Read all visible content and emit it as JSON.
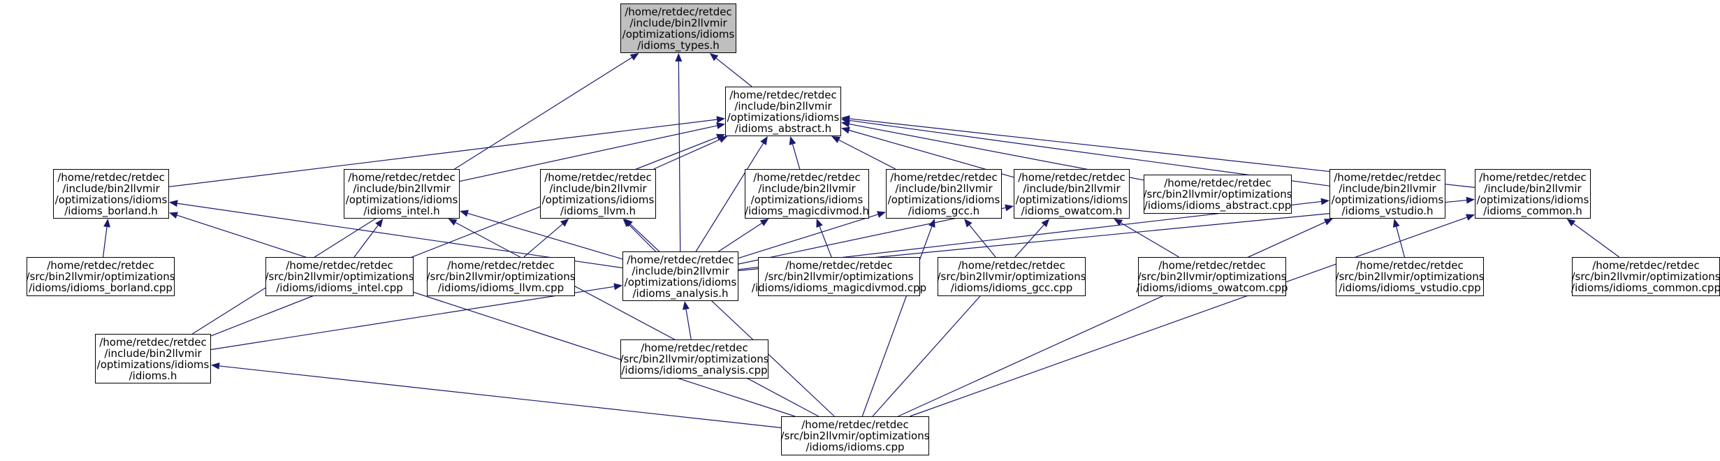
{
  "nodes": {
    "types": {
      "label": [
        "/home/retdec/retdec",
        "/include/bin2llvmir",
        "/optimizations/idioms",
        "/idioms_types.h"
      ],
      "root": true
    },
    "abstract_h": {
      "label": [
        "/home/retdec/retdec",
        "/include/bin2llvmir",
        "/optimizations/idioms",
        "/idioms_abstract.h"
      ]
    },
    "borland_h": {
      "label": [
        "/home/retdec/retdec",
        "/include/bin2llvmir",
        "/optimizations/idioms",
        "/idioms_borland.h"
      ]
    },
    "intel_h": {
      "label": [
        "/home/retdec/retdec",
        "/include/bin2llvmir",
        "/optimizations/idioms",
        "/idioms_intel.h"
      ]
    },
    "llvm_h": {
      "label": [
        "/home/retdec/retdec",
        "/include/bin2llvmir",
        "/optimizations/idioms",
        "/idioms_llvm.h"
      ]
    },
    "magicdivmod_h": {
      "label": [
        "/home/retdec/retdec",
        "/include/bin2llvmir",
        "/optimizations/idioms",
        "/idioms_magicdivmod.h"
      ]
    },
    "gcc_h": {
      "label": [
        "/home/retdec/retdec",
        "/include/bin2llvmir",
        "/optimizations/idioms",
        "/idioms_gcc.h"
      ]
    },
    "owatcom_h": {
      "label": [
        "/home/retdec/retdec",
        "/include/bin2llvmir",
        "/optimizations/idioms",
        "/idioms_owatcom.h"
      ]
    },
    "abstract_cpp": {
      "label": [
        "/home/retdec/retdec",
        "/src/bin2llvmir/optimizations",
        "/idioms/idioms_abstract.cpp"
      ]
    },
    "vstudio_h": {
      "label": [
        "/home/retdec/retdec",
        "/include/bin2llvmir",
        "/optimizations/idioms",
        "/idioms_vstudio.h"
      ]
    },
    "common_h": {
      "label": [
        "/home/retdec/retdec",
        "/include/bin2llvmir",
        "/optimizations/idioms",
        "/idioms_common.h"
      ]
    },
    "borland_cpp": {
      "label": [
        "/home/retdec/retdec",
        "/src/bin2llvmir/optimizations",
        "/idioms/idioms_borland.cpp"
      ]
    },
    "intel_cpp": {
      "label": [
        "/home/retdec/retdec",
        "/src/bin2llvmir/optimizations",
        "/idioms/idioms_intel.cpp"
      ]
    },
    "llvm_cpp": {
      "label": [
        "/home/retdec/retdec",
        "/src/bin2llvmir/optimizations",
        "/idioms/idioms_llvm.cpp"
      ]
    },
    "analysis_h": {
      "label": [
        "/home/retdec/retdec",
        "/include/bin2llvmir",
        "/optimizations/idioms",
        "/idioms_analysis.h"
      ]
    },
    "magicdivmod_cpp": {
      "label": [
        "/home/retdec/retdec",
        "/src/bin2llvmir/optimizations",
        "/idioms/idioms_magicdivmod.cpp"
      ]
    },
    "gcc_cpp": {
      "label": [
        "/home/retdec/retdec",
        "/src/bin2llvmir/optimizations",
        "/idioms/idioms_gcc.cpp"
      ]
    },
    "owatcom_cpp": {
      "label": [
        "/home/retdec/retdec",
        "/src/bin2llvmir/optimizations",
        "/idioms/idioms_owatcom.cpp"
      ]
    },
    "vstudio_cpp": {
      "label": [
        "/home/retdec/retdec",
        "/src/bin2llvmir/optimizations",
        "/idioms/idioms_vstudio.cpp"
      ]
    },
    "common_cpp": {
      "label": [
        "/home/retdec/retdec",
        "/src/bin2llvmir/optimizations",
        "/idioms/idioms_common.cpp"
      ]
    },
    "idioms_h": {
      "label": [
        "/home/retdec/retdec",
        "/include/bin2llvmir",
        "/optimizations/idioms",
        "/idioms.h"
      ]
    },
    "analysis_cpp": {
      "label": [
        "/home/retdec/retdec",
        "/src/bin2llvmir/optimizations",
        "/idioms/idioms_analysis.cpp"
      ]
    },
    "idioms_cpp": {
      "label": [
        "/home/retdec/retdec",
        "/src/bin2llvmir/optimizations",
        "/idioms/idioms.cpp"
      ]
    }
  },
  "edges": [
    [
      "abstract_h",
      "types"
    ],
    [
      "analysis_h",
      "types"
    ],
    [
      "idioms_h",
      "types"
    ],
    [
      "borland_h",
      "abstract_h"
    ],
    [
      "intel_h",
      "abstract_h"
    ],
    [
      "llvm_h",
      "abstract_h"
    ],
    [
      "magicdivmod_h",
      "abstract_h"
    ],
    [
      "gcc_h",
      "abstract_h"
    ],
    [
      "owatcom_h",
      "abstract_h"
    ],
    [
      "abstract_cpp",
      "abstract_h"
    ],
    [
      "vstudio_h",
      "abstract_h"
    ],
    [
      "common_h",
      "abstract_h"
    ],
    [
      "analysis_h",
      "abstract_h"
    ],
    [
      "idioms_h",
      "abstract_h"
    ],
    [
      "borland_cpp",
      "borland_h"
    ],
    [
      "intel_cpp",
      "intel_h"
    ],
    [
      "llvm_cpp",
      "llvm_h"
    ],
    [
      "magicdivmod_cpp",
      "magicdivmod_h"
    ],
    [
      "gcc_cpp",
      "gcc_h"
    ],
    [
      "owatcom_cpp",
      "owatcom_h"
    ],
    [
      "vstudio_cpp",
      "vstudio_h"
    ],
    [
      "common_cpp",
      "common_h"
    ],
    [
      "analysis_h",
      "borland_h"
    ],
    [
      "analysis_h",
      "intel_h"
    ],
    [
      "analysis_h",
      "llvm_h"
    ],
    [
      "analysis_h",
      "magicdivmod_h"
    ],
    [
      "analysis_h",
      "gcc_h"
    ],
    [
      "analysis_h",
      "owatcom_h"
    ],
    [
      "analysis_h",
      "vstudio_h"
    ],
    [
      "analysis_h",
      "common_h"
    ],
    [
      "idioms_h",
      "analysis_h"
    ],
    [
      "analysis_cpp",
      "analysis_h"
    ],
    [
      "idioms_cpp",
      "idioms_h"
    ],
    [
      "idioms_cpp",
      "borland_h"
    ],
    [
      "idioms_cpp",
      "intel_h"
    ],
    [
      "idioms_cpp",
      "llvm_h"
    ],
    [
      "idioms_cpp",
      "gcc_h"
    ],
    [
      "idioms_cpp",
      "owatcom_h"
    ],
    [
      "idioms_cpp",
      "vstudio_h"
    ],
    [
      "idioms_cpp",
      "common_h"
    ]
  ],
  "colors": {
    "edge": "#191970",
    "root_fill": "#bfbfbf",
    "node_border": "#000000"
  }
}
